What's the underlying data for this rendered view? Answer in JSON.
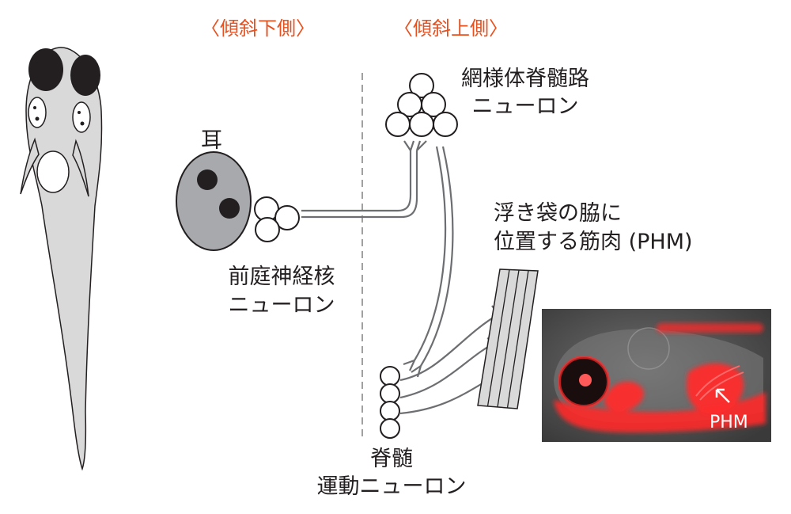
{
  "headers": {
    "tilt_down": "〈傾斜下側〉",
    "tilt_up": "〈傾斜上側〉"
  },
  "labels": {
    "ear": "耳",
    "vestibular_line1": "前庭神経核",
    "vestibular_line2": "ニューロン",
    "reticulospinal_line1": "網様体脊髄路",
    "reticulospinal_line2": "ニューロン",
    "muscle_line1": "浮き袋の脇に",
    "muscle_line2": "位置する筋肉 (PHM)",
    "spinal_line1": "脊髄",
    "spinal_line2": "運動ニューロン",
    "photo_phm": "PHM"
  },
  "colors": {
    "header_text": "#e8501e",
    "text": "#231f20",
    "fish_body": "#d9d9d9",
    "ear_fill": "#a7a9ac",
    "fluorescence": "#ff2a2a"
  }
}
